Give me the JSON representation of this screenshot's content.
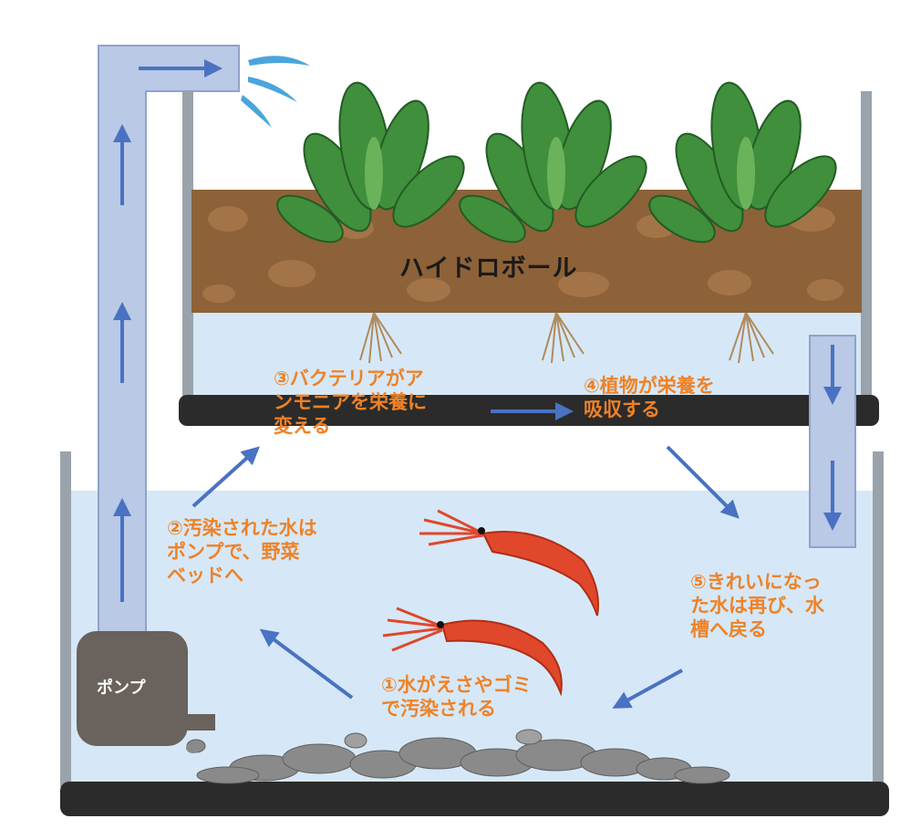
{
  "labels": {
    "hydroball": "ハイドロボール",
    "pump": "ポンプ",
    "step1": "①水がえさやゴミ\nで汚染される",
    "step2": "②汚染された水は\nポンプで、野菜\nベッドへ",
    "step3": "③バクテリアがア\nンモニアを栄養に\n変える",
    "step4": "④植物が栄養を\n吸収する",
    "step5": "⑤きれいになっ\nた水は再び、水\n槽へ戻る"
  },
  "colors": {
    "text_orange": "#ee8227",
    "arrow_blue": "#4a72c2",
    "pipe_fill": "#b9c9e6",
    "water": "#d6e8f7",
    "soil": "#8d6238",
    "leaf": "#3f8f3c",
    "shrimp": "#e0472b",
    "pump_body": "#6a625c",
    "base_dark": "#2b2b2b"
  },
  "icons": [
    "shrimp-icon",
    "plant-icon",
    "water-splash-icon",
    "pump-icon"
  ]
}
